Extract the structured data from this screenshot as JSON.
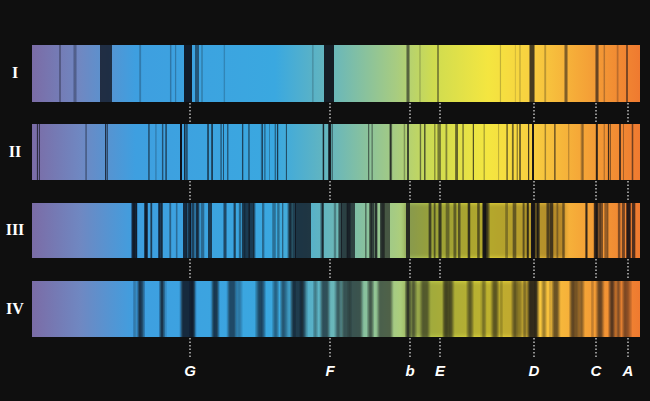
{
  "diagram": {
    "labels": [
      "I",
      "II",
      "III",
      "IV",
      "G",
      "F",
      "b",
      "E",
      "D",
      "C",
      "A"
    ]
  }
}
